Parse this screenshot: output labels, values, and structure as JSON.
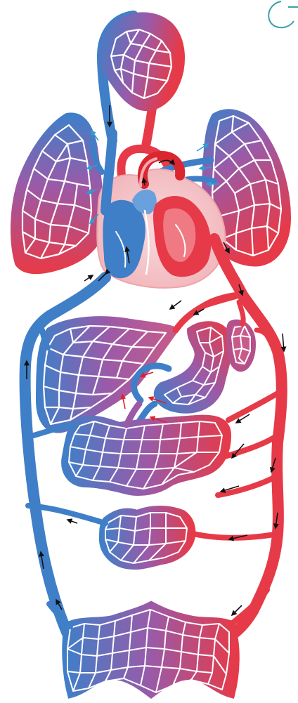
{
  "colors": {
    "artery": "#e63a48",
    "vein": "#3f7fc8",
    "mixed": "#9a5aa8",
    "arrow_black": "#111111",
    "arrow_red": "#e0202a",
    "arrow_cyan": "#2aa0d6",
    "heart_pink": "#f4c5c8",
    "background": "#ffffff"
  },
  "diagram": {
    "subject": "circulatory-system",
    "organ_beds": [
      {
        "name": "head-capillary-bed"
      },
      {
        "name": "left-lung-capillary-bed"
      },
      {
        "name": "right-lung-capillary-bed"
      },
      {
        "name": "heart"
      },
      {
        "name": "liver-capillary-bed"
      },
      {
        "name": "stomach-capillary-bed"
      },
      {
        "name": "spleen-capillary-bed"
      },
      {
        "name": "intestine-capillary-bed"
      },
      {
        "name": "kidney-capillary-bed"
      },
      {
        "name": "legs-capillary-bed"
      }
    ],
    "arrow_groups": [
      {
        "name": "systemic-flow-arrows",
        "color": "black"
      },
      {
        "name": "portal-flow-arrows",
        "color": "red"
      },
      {
        "name": "pulmonary-flow-arrows",
        "color": "cyan"
      }
    ],
    "icons": [
      "heart-icon",
      "flow-arrow-icon"
    ]
  }
}
